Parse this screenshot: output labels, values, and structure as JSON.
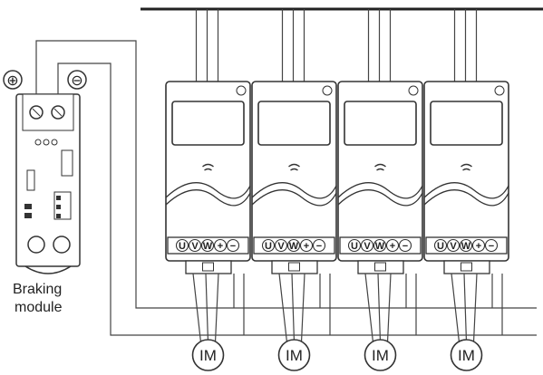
{
  "braking_module": {
    "label_line1": "Braking",
    "label_line2": "module",
    "plus_symbol": "⊕",
    "minus_symbol": "⊖"
  },
  "drives": [
    {
      "terminals": [
        "U",
        "V",
        "W",
        "+",
        "−"
      ],
      "motor": "IM"
    },
    {
      "terminals": [
        "U",
        "V",
        "W",
        "+",
        "−"
      ],
      "motor": "IM"
    },
    {
      "terminals": [
        "U",
        "V",
        "W",
        "+",
        "−"
      ],
      "motor": "IM"
    },
    {
      "terminals": [
        "U",
        "V",
        "W",
        "+",
        "−"
      ],
      "motor": "IM"
    }
  ],
  "colors": {
    "line": "#3a3a3a",
    "device_fill": "#ffffff"
  }
}
